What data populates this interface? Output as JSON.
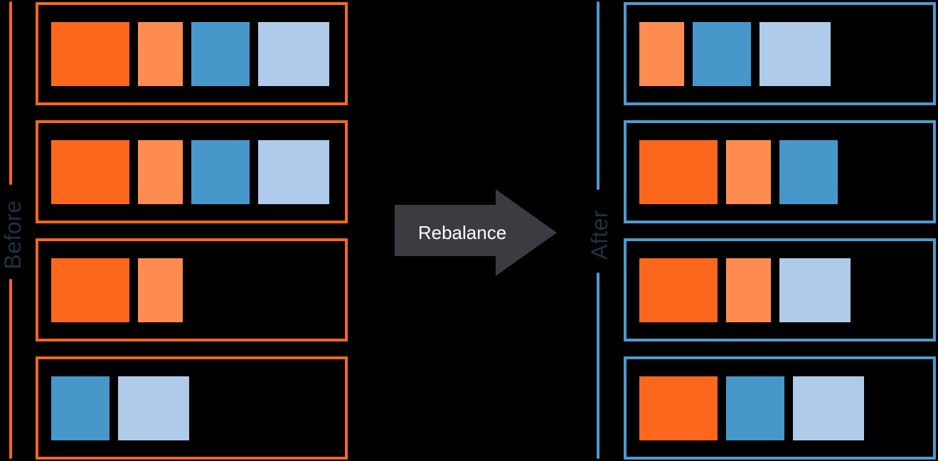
{
  "diagram": {
    "before_label": "Before",
    "after_label": "After",
    "arrow_label": "Rebalance"
  },
  "colors": {
    "background": "#000000",
    "orange": "#FC671E",
    "light_orange": "#FE8C51",
    "blue": "#4897CB",
    "light_blue": "#AFCBE9",
    "before_accent": "#F9671E",
    "after_accent": "#4E9BD0",
    "label_text": "#22303F",
    "arrow_fill": "#3B3B42",
    "arrow_text": "#FFFFFF"
  },
  "block_widths": {
    "orange": 110,
    "light_orange": 63,
    "blue": 82,
    "light_blue": 100
  },
  "before_groups": [
    {
      "blocks": [
        "orange",
        "light_orange",
        "blue",
        "light_blue"
      ]
    },
    {
      "blocks": [
        "orange",
        "light_orange",
        "blue",
        "light_blue"
      ]
    },
    {
      "blocks": [
        "orange",
        "light_orange"
      ]
    },
    {
      "blocks": [
        "blue",
        "light_blue"
      ]
    }
  ],
  "after_groups": [
    {
      "blocks": [
        "light_orange",
        "blue",
        "light_blue"
      ]
    },
    {
      "blocks": [
        "orange",
        "light_orange",
        "blue"
      ]
    },
    {
      "blocks": [
        "orange",
        "light_orange",
        "light_blue"
      ]
    },
    {
      "blocks": [
        "orange",
        "blue",
        "light_blue"
      ]
    }
  ]
}
